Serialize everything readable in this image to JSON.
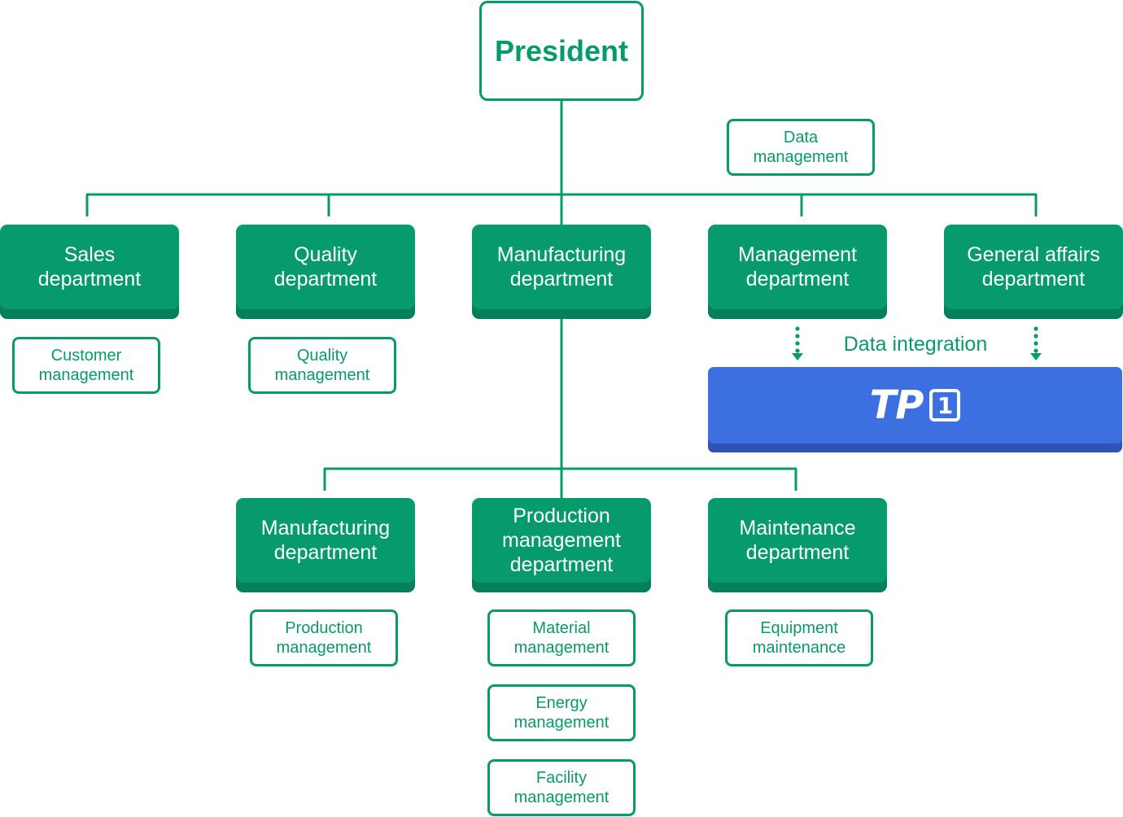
{
  "president": "President",
  "data_management": "Data\nmanagement",
  "departments": [
    {
      "label": "Sales\ndepartment",
      "sub": "Customer\nmanagement"
    },
    {
      "label": "Quality\ndepartment",
      "sub": "Quality\nmanagement"
    },
    {
      "label": "Manufacturing\ndepartment"
    },
    {
      "label": "Management\ndepartment"
    },
    {
      "label": "General affairs\ndepartment"
    }
  ],
  "manufacturing_units": [
    {
      "label": "Manufacturing\ndepartment",
      "subs": [
        "Production\nmanagement"
      ]
    },
    {
      "label": "Production\nmanagement\ndepartment",
      "subs": [
        "Material\nmanagement",
        "Energy\nmanagement",
        "Facility\nmanagement"
      ]
    },
    {
      "label": "Maintenance\ndepartment",
      "subs": [
        "Equipment\nmaintenance"
      ]
    }
  ],
  "data_integration_label": "Data integration",
  "tp1": {
    "text": "TP",
    "badge": "1"
  },
  "colors": {
    "green": "#079a6c",
    "green_dark": "#06805a",
    "blue": "#3c6fe0",
    "blue_dark": "#2f54b6",
    "white": "#ffffff"
  }
}
